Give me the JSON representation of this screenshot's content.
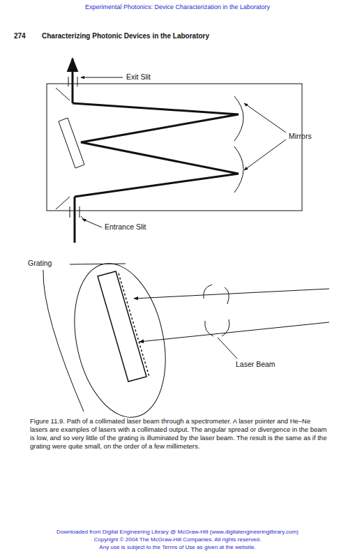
{
  "diagram": {
    "caption": "Figure 11.9. Path of a collimated laser beam through a spectrometer. A laser pointer and He–Ne lasers are examples of lasers with a collimated output. The angular spread or divergence in the beam is low, and so very little of the grating is illuminated by the laser beam. The result is the same as if the grating were quite small, on the order of a few millimeters.",
    "labels": [
      "Experimental Photonics: Device Characterization in the Laboratory",
      "274",
      "Characterizing Photonic Devices in the Laboratory",
      "Exit Slit",
      "Mirrors",
      "Entrance Slit",
      "Grating",
      "Laser Beam",
      "Downloaded from Digital Engineering Library @ McGraw-Hill (www.digitalengineeringlibrary.com)",
      "Copyright © 2004 The McGraw-Hill Companies. All rights reserved.",
      "Any use is subject to the Terms of Use as given at the website."
    ]
  }
}
